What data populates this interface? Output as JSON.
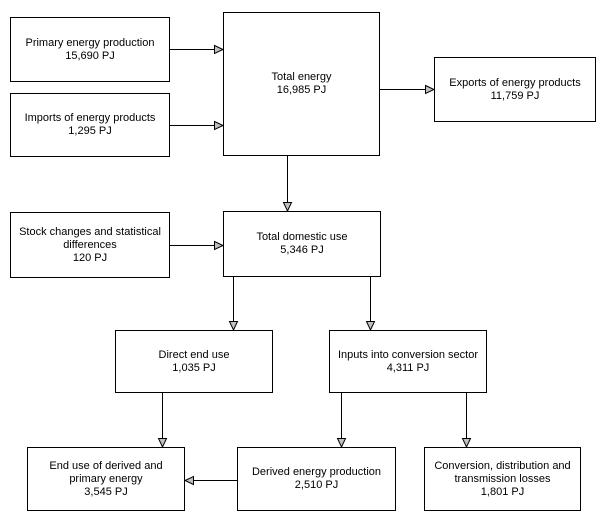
{
  "diagram": {
    "kind": "energy-balance-flow-diagram",
    "background_color": "#ffffff",
    "box_border_color": "#000000",
    "text_color": "#000000",
    "arrowhead_fill": "#c0c0c0",
    "arrowhead_outline": "#000000",
    "nodes": {
      "primary_production": {
        "label": "Primary energy production",
        "value": "15,690 PJ"
      },
      "imports": {
        "label": "Imports of energy products",
        "value": "1,295 PJ"
      },
      "total_energy": {
        "label": "Total energy",
        "value": "16,985 PJ"
      },
      "exports": {
        "label": "Exports of energy products",
        "value": "11,759 PJ"
      },
      "stock_changes": {
        "label": "Stock changes and statistical differences",
        "value": "120 PJ"
      },
      "total_domestic_use": {
        "label": "Total domestic use",
        "value": "5,346 PJ"
      },
      "direct_end_use": {
        "label": "Direct end use",
        "value": "1,035 PJ"
      },
      "inputs_conversion": {
        "label": "Inputs into conversion sector",
        "value": "4,311 PJ"
      },
      "end_use_derived": {
        "label": "End use of derived and primary energy",
        "value": "3,545 PJ"
      },
      "derived_production": {
        "label": "Derived energy production",
        "value": "2,510 PJ"
      },
      "conversion_losses": {
        "label": "Conversion, distribution and transmission losses",
        "value": "1,801 PJ"
      }
    },
    "edges": [
      {
        "from": "primary_production",
        "to": "total_energy"
      },
      {
        "from": "imports",
        "to": "total_energy"
      },
      {
        "from": "total_energy",
        "to": "exports"
      },
      {
        "from": "total_energy",
        "to": "total_domestic_use"
      },
      {
        "from": "stock_changes",
        "to": "total_domestic_use"
      },
      {
        "from": "total_domestic_use",
        "to": "direct_end_use"
      },
      {
        "from": "total_domestic_use",
        "to": "inputs_conversion"
      },
      {
        "from": "direct_end_use",
        "to": "end_use_derived"
      },
      {
        "from": "inputs_conversion",
        "to": "derived_production"
      },
      {
        "from": "inputs_conversion",
        "to": "conversion_losses"
      },
      {
        "from": "derived_production",
        "to": "end_use_derived"
      }
    ]
  }
}
